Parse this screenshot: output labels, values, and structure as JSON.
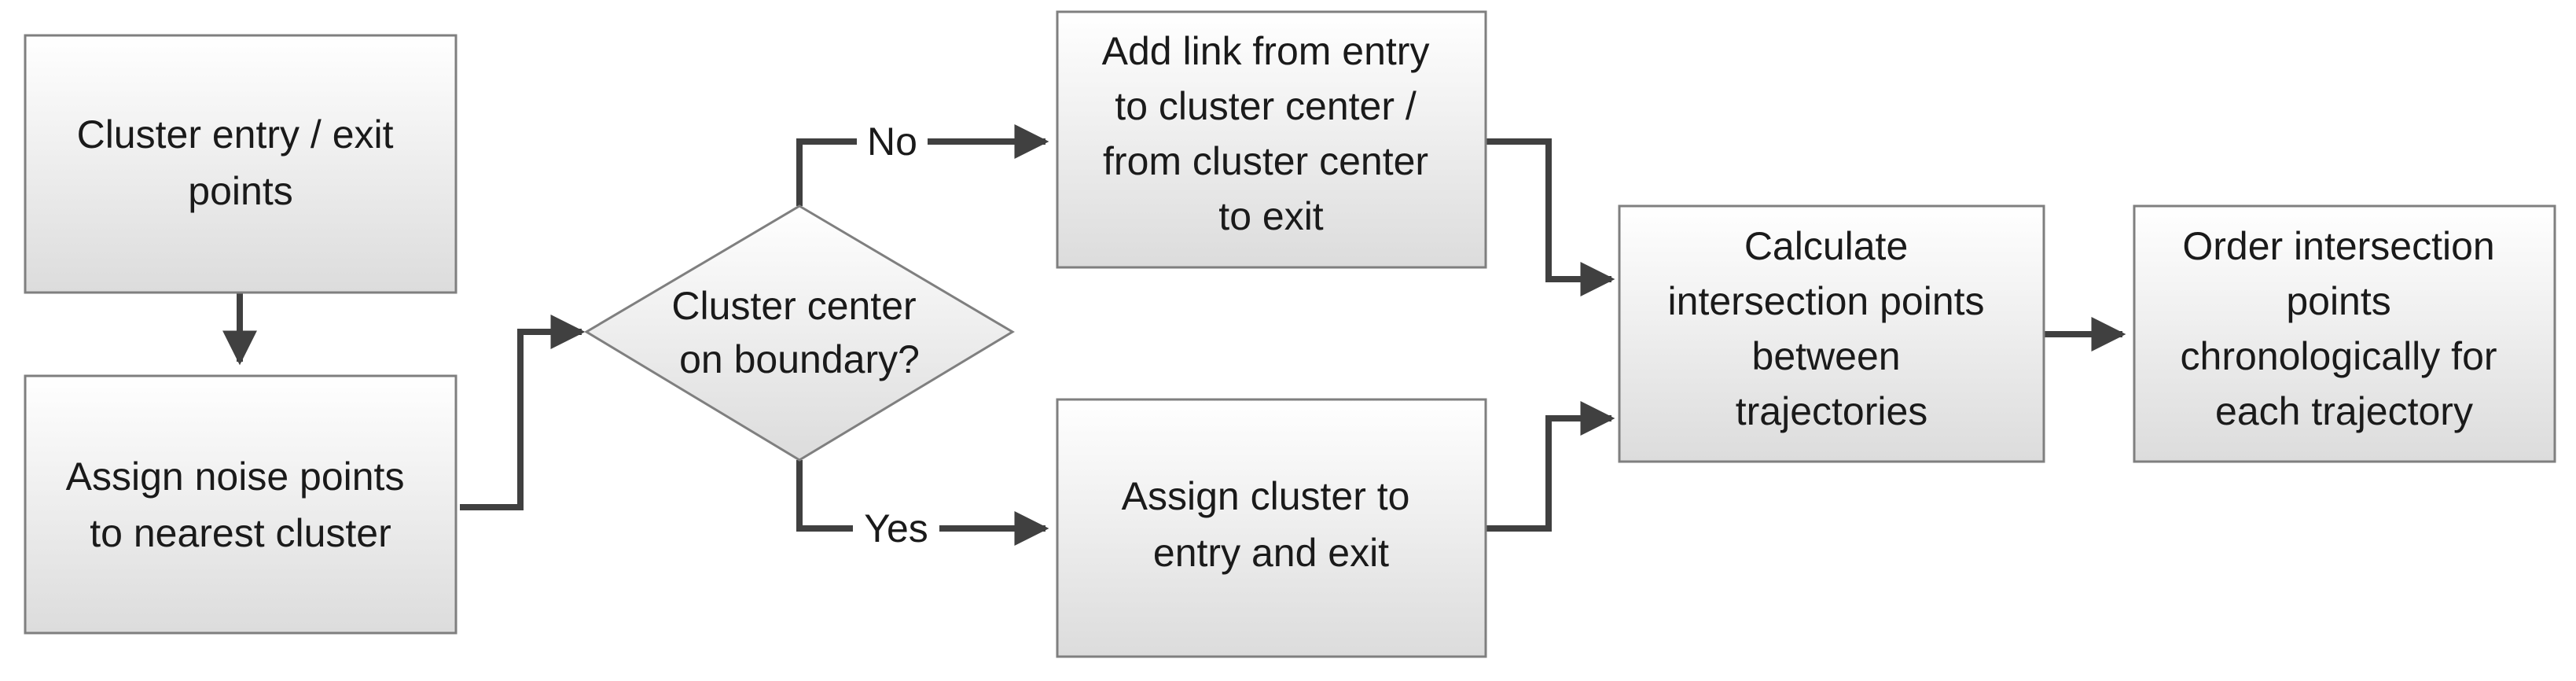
{
  "nodes": {
    "cluster_entry_exit": {
      "lines": [
        "Cluster entry / exit",
        "points"
      ]
    },
    "assign_noise": {
      "lines": [
        "Assign noise points",
        "to nearest cluster"
      ]
    },
    "decision_boundary": {
      "lines": [
        "Cluster center",
        "on boundary?"
      ]
    },
    "add_link": {
      "lines": [
        "Add link from entry",
        "to cluster center /",
        "from cluster center",
        "to exit"
      ]
    },
    "assign_cluster": {
      "lines": [
        "Assign cluster to",
        "entry and exit"
      ]
    },
    "calc_intersection": {
      "lines": [
        "Calculate",
        "intersection points",
        "between",
        "trajectories"
      ]
    },
    "order_intersection": {
      "lines": [
        "Order intersection",
        "points",
        "chronologically for",
        "each trajectory"
      ]
    }
  },
  "edges": {
    "no_label": "No",
    "yes_label": "Yes"
  },
  "colors": {
    "box_fill_top": "#ffffff",
    "box_fill_bottom": "#dcdcdc",
    "box_stroke": "#7f7f7f",
    "arrow": "#404040"
  }
}
